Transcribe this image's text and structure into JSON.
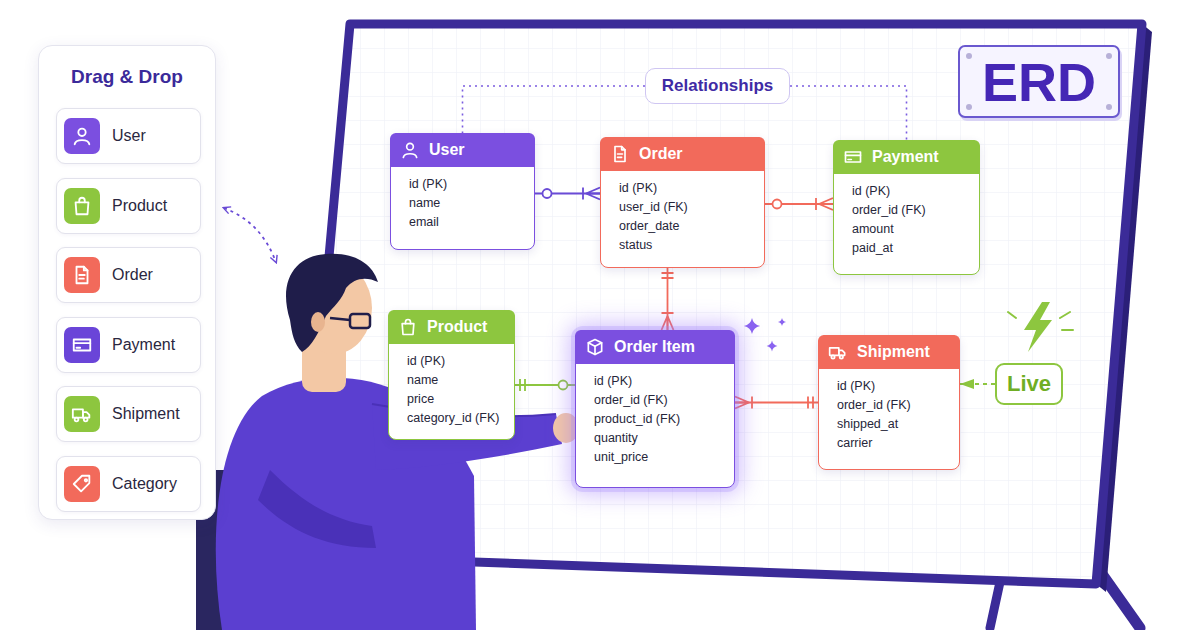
{
  "diagram": {
    "nodes": [
      {
        "text": [
          "Drag & Drop"
        ]
      },
      {
        "text": [
          "User"
        ],
        "in": 0
      },
      {
        "text": [
          "Product"
        ],
        "in": 0
      },
      {
        "text": [
          "Order"
        ],
        "in": 0
      },
      {
        "text": [
          "Payment"
        ],
        "in": 0
      },
      {
        "text": [
          "Shipment"
        ],
        "in": 0
      },
      {
        "text": [
          "Category"
        ],
        "in": 0
      },
      {
        "text": [
          "Relationships"
        ]
      },
      {
        "text": [
          "ERD"
        ]
      },
      {
        "text": [
          "User",
          "id (PK)",
          "name",
          "email"
        ]
      },
      {
        "text": [
          "Order",
          "id (PK)",
          "user_id (FK)",
          "order_date",
          "status"
        ]
      },
      {
        "text": [
          "Payment",
          "id (PK)",
          "order_id (FK)",
          "amount",
          "paid_at"
        ]
      },
      {
        "text": [
          "Product",
          "id (PK)",
          "name",
          "price",
          "category_id (FK)"
        ]
      },
      {
        "text": [
          "Order Item",
          "id (PK)",
          "order_id (FK)",
          "product_id (FK)",
          "quantity",
          "unit_price"
        ]
      },
      {
        "text": [
          "Shipment",
          "id (PK)",
          "order_id (FK)",
          "shipped_at",
          "carrier"
        ]
      },
      {
        "text": [
          "Live"
        ]
      }
    ],
    "edges": [
      {
        "from": 7,
        "to": 9,
        "arrow": "none"
      },
      {
        "from": 7,
        "to": 11,
        "arrow": "none"
      },
      {
        "from": 9,
        "to": 10,
        "arrow": "both"
      },
      {
        "from": 10,
        "to": 11,
        "arrow": "both"
      },
      {
        "from": 10,
        "to": 13,
        "arrow": "both"
      },
      {
        "from": 12,
        "to": 13,
        "arrow": "both"
      },
      {
        "from": 13,
        "to": 14,
        "arrow": "both"
      },
      {
        "from": 15,
        "to": 14,
        "arrow": "to"
      }
    ]
  }
}
